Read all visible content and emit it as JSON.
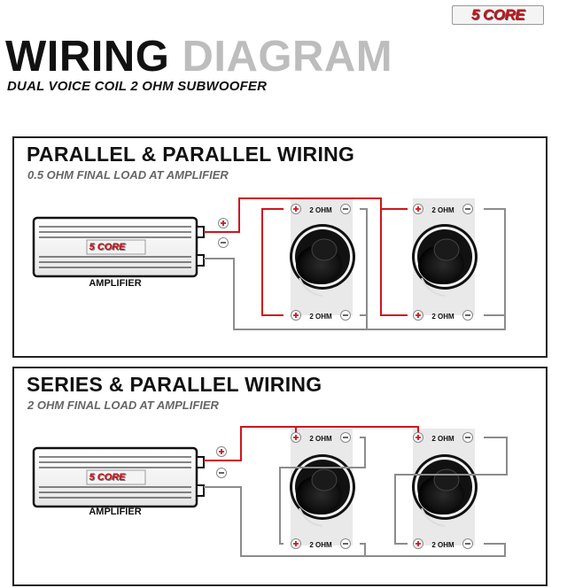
{
  "brand": {
    "logo_text": "5 CORE"
  },
  "header": {
    "title_part1": "WIRING",
    "title_part2": "DIAGRAM",
    "subtitle": "DUAL VOICE COIL 2 OHM SUBWOOFER"
  },
  "panels": [
    {
      "title": "PARALLEL & PARALLEL WIRING",
      "subtitle": "0.5 OHM FINAL LOAD AT AMPLIFIER",
      "amplifier_label": "AMPLIFIER",
      "amplifier_logo": "5 CORE",
      "speakers": [
        {
          "top_terminal": "2 OHM",
          "bottom_terminal": "2 OHM"
        },
        {
          "top_terminal": "2 OHM",
          "bottom_terminal": "2 OHM"
        }
      ]
    },
    {
      "title": "SERIES & PARALLEL WIRING",
      "subtitle": "2 OHM FINAL LOAD AT AMPLIFIER",
      "amplifier_label": "AMPLIFIER",
      "amplifier_logo": "5 CORE",
      "speakers": [
        {
          "top_terminal": "2 OHM",
          "bottom_terminal": "2 OHM"
        },
        {
          "top_terminal": "2 OHM",
          "bottom_terminal": "2 OHM"
        }
      ]
    }
  ],
  "colors": {
    "positive_wire": "#d0141c",
    "negative_wire": "#8c8c8c",
    "title_dark": "#111111",
    "title_light": "#bdbdbd"
  },
  "icons": {
    "positive": "plus-terminal-icon",
    "negative": "minus-terminal-icon",
    "speaker": "subwoofer-icon",
    "amplifier": "amplifier-icon"
  }
}
